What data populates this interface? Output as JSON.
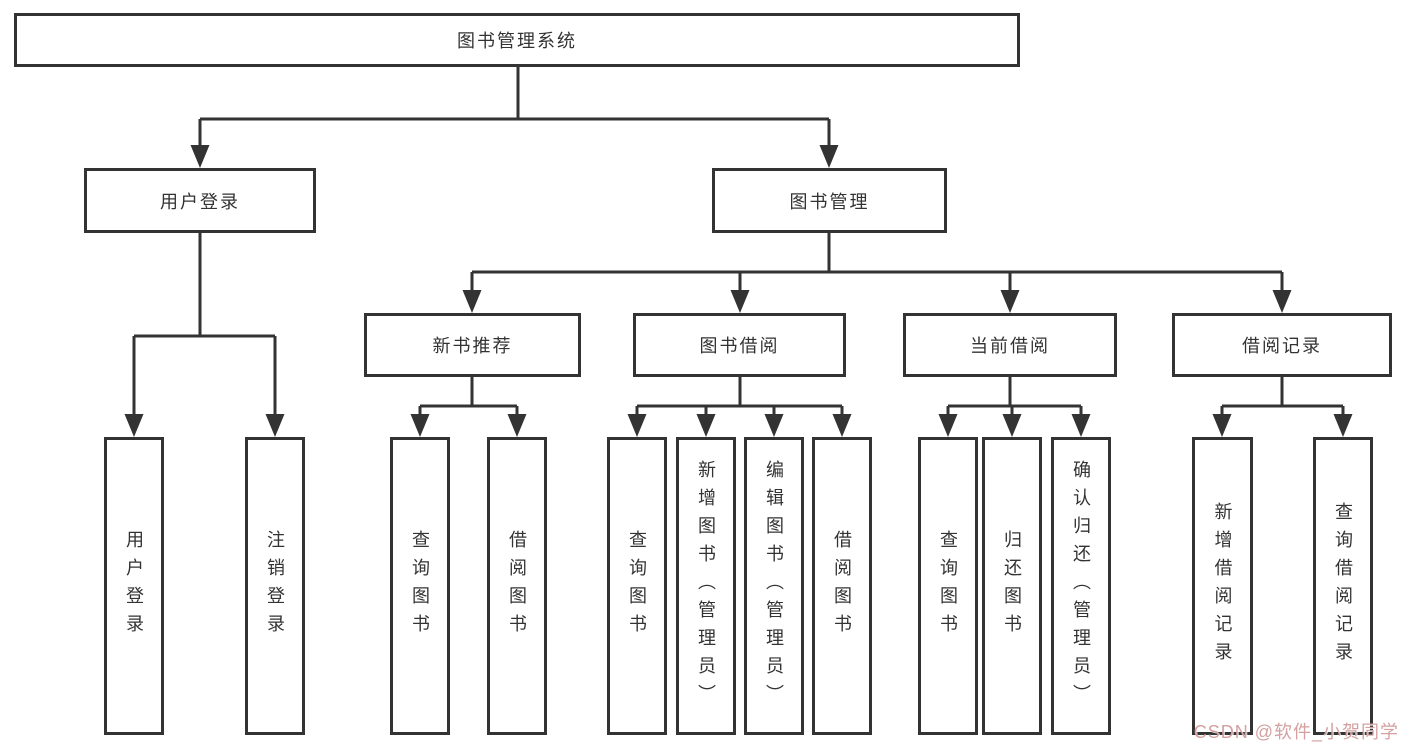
{
  "tree": {
    "root": {
      "label": "图书管理系统"
    },
    "branches": [
      {
        "label": "用户登录",
        "children": [
          {
            "label": "用户登录"
          },
          {
            "label": "注销登录"
          }
        ]
      },
      {
        "label": "图书管理",
        "children": [
          {
            "label": "新书推荐",
            "children": [
              {
                "label": "查询图书"
              },
              {
                "label": "借阅图书"
              }
            ]
          },
          {
            "label": "图书借阅",
            "children": [
              {
                "label": "查询图书"
              },
              {
                "label": "新增图书（管理员）"
              },
              {
                "label": "编辑图书（管理员）"
              },
              {
                "label": "借阅图书"
              }
            ]
          },
          {
            "label": "当前借阅",
            "children": [
              {
                "label": "查询图书"
              },
              {
                "label": "归还图书"
              },
              {
                "label": "确认归还（管理员）"
              }
            ]
          },
          {
            "label": "借阅记录",
            "children": [
              {
                "label": "新增借阅记录"
              },
              {
                "label": "查询借阅记录"
              }
            ]
          }
        ]
      }
    ]
  },
  "watermark": {
    "text": "CSDN @软件_小贺同学"
  },
  "colors": {
    "line": "#333333",
    "text": "#333333",
    "box_background": "#ffffff",
    "page_background": "#ffffff",
    "watermark": "#d4a0a0"
  }
}
